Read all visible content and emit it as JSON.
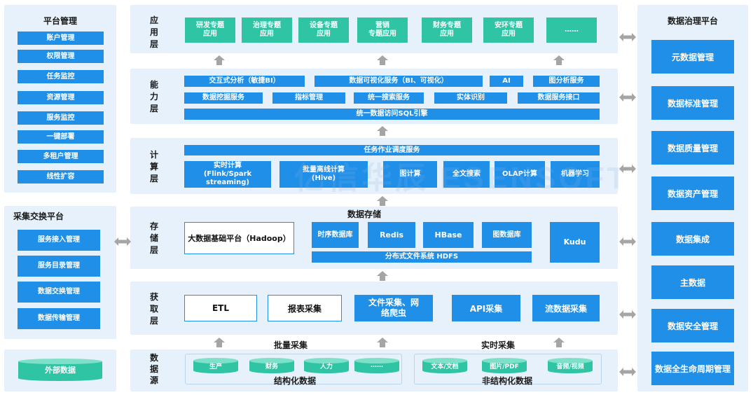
{
  "platform_mgmt": {
    "title": "平台管理",
    "items": [
      "账户管理",
      "权限管理",
      "任务监控",
      "资源管理",
      "服务监控",
      "一键部署",
      "多租户管理",
      "线性扩容"
    ]
  },
  "exchange_platform": {
    "title": "采集交换平台",
    "items": [
      "服务接入管理",
      "服务目录管理",
      "数据交换管理",
      "数据传输管理"
    ]
  },
  "external_data": "外部数据",
  "governance": {
    "title": "数据治理平台",
    "items": [
      "元数据管理",
      "数据标准管理",
      "数据质量管理",
      "数据资产管理",
      "数据集成",
      "主数据",
      "数据安全管理",
      "数据全生命周期管理"
    ]
  },
  "layers": {
    "app": {
      "label": "应用层",
      "items": [
        "研发专题\n应用",
        "治理专题\n应用",
        "设备专题\n应用",
        "营销\n专题应用",
        "财务专题\n应用",
        "安环专题\n应用",
        "……"
      ]
    },
    "capability": {
      "label": "能力层",
      "row1": [
        "交互式分析（敏捷BI）",
        "数据可视化服务（BI、可视化）",
        "AI",
        "图分析服务"
      ],
      "row2": [
        "数据挖掘服务",
        "指标管理",
        "统一搜索服务",
        "实体识别",
        "数据服务接口"
      ],
      "row3": "统一数据访问SQL引擎"
    },
    "compute": {
      "label": "计算层",
      "scheduler": "任务作业调度服务",
      "items": [
        "实时计算\n(Flink/Spark streaming)",
        "批量离线计算\n(Hive)",
        "图计算",
        "全文搜索",
        "OLAP计算",
        "机器学习"
      ]
    },
    "storage": {
      "label": "存储层",
      "title": "数据存储",
      "hadoop": "大数据基础平台（Hadoop）",
      "items": [
        "时序数据库",
        "Redis",
        "HBase",
        "图数据库"
      ],
      "hdfs": "分布式文件系统 HDFS",
      "kudu": "Kudu"
    },
    "acquire": {
      "label": "获取层",
      "etl": "ETL",
      "report": "报表采集",
      "items": [
        "文件采集、网\n络爬虫",
        "API采集",
        "流数据采集"
      ]
    },
    "source": {
      "label": "数据源",
      "batch_caption": "批量采集",
      "realtime_caption": "实时采集",
      "structured": [
        "生产",
        "财务",
        "人力",
        "……"
      ],
      "structured_caption": "结构化数据",
      "unstructured": [
        "文本/文档",
        "图片/PDF",
        "音频/视频"
      ],
      "unstructured_caption": "非结构化数据"
    }
  },
  "watermark": "亿信华辰 ESENSOFT",
  "colors": {
    "primary": "#1f8fe8",
    "teal": "#2ec4a4",
    "panel": "#e6f1fb",
    "arrow": "#a5a5a5"
  }
}
